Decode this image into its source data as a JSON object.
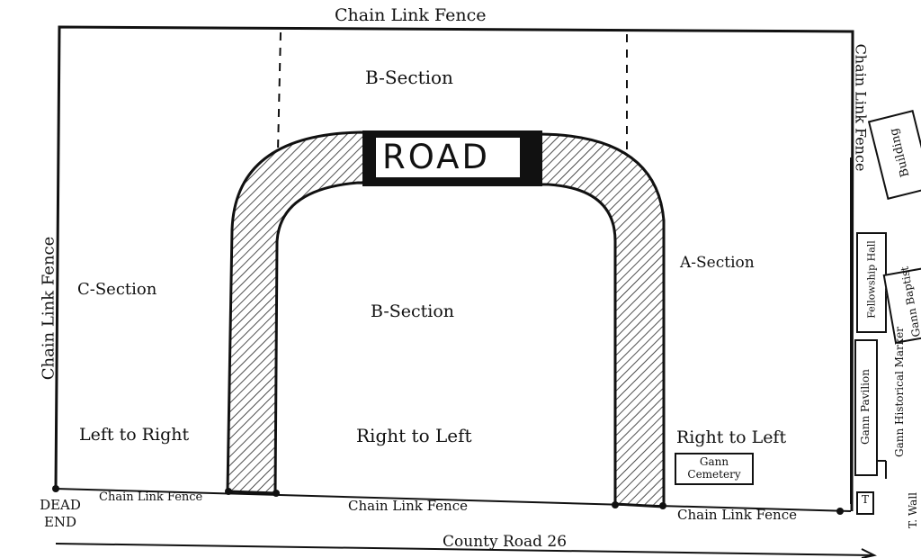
{
  "fences": {
    "top": "Chain Link Fence",
    "left": "Chain Link Fence",
    "right": "Chain Link Fence",
    "bottom_left": "Chain Link Fence",
    "bottom_middle": "Chain Link Fence",
    "bottom_right": "Chain Link Fence"
  },
  "road_label": "ROAD",
  "sections": {
    "b_top": "B-Section",
    "b_inner": "B-Section",
    "a": "A-Section",
    "c": "C-Section"
  },
  "directions": {
    "left_area": "Left to Right",
    "middle_area": "Right to Left",
    "right_area": "Right to Left"
  },
  "dead_end": "DEAD END",
  "county_road": "County Road 26",
  "buildings": {
    "building": "Building",
    "fellowship_hall": "Fellowship Hall",
    "church": "Gann Baptist",
    "pavilion": "Gann Pavilion",
    "historical_marker": "Gann Historical Marker",
    "cemetery": "Gann Cemetery",
    "small_box": "T"
  },
  "partial_edge_text": "T. Wall"
}
